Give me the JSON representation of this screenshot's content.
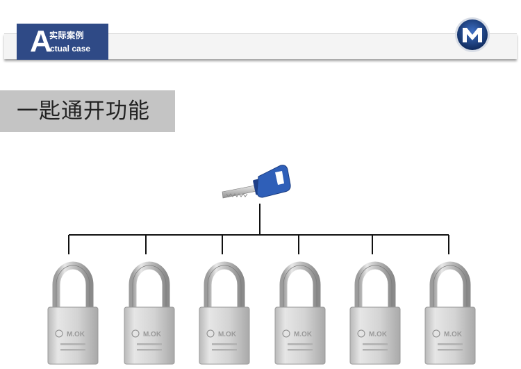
{
  "header": {
    "badge_letter": "A",
    "badge_title_cn": "实际案例",
    "badge_title_en": "ctual case",
    "logo_icon": "m-brand-logo-icon"
  },
  "section_title": "一匙通开功能",
  "diagram": {
    "key_icon": "blue-key-icon",
    "padlock_count": 6,
    "padlock_brand": "M.OK",
    "colors": {
      "badge": "#2f4a86",
      "key_handle": "#2f5fb8",
      "title_box": "#c4c4c4",
      "line": "#111111"
    }
  }
}
